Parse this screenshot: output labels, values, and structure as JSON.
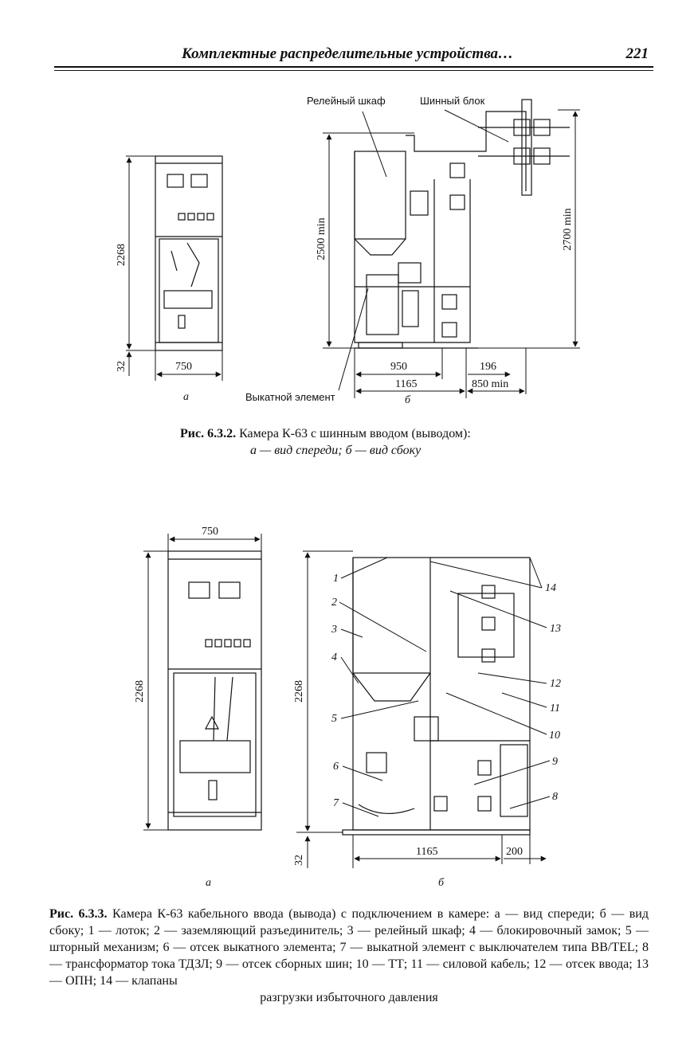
{
  "header": {
    "running_head": "Комплектные распределительные устройства…",
    "page_number": "221"
  },
  "figure1": {
    "labels": {
      "relay_cabinet": "Релейный шкаф",
      "bus_block": "Шинный блок",
      "withdrawable": "Выкатной элемент",
      "view_a": "а",
      "view_b": "б"
    },
    "dims": {
      "h2268": "2268",
      "h32": "32",
      "w750": "750",
      "h2500": "2500 min",
      "h2700": "2700 min",
      "w950": "950",
      "w1165": "1165",
      "w196": "196",
      "w850": "850 min"
    },
    "caption": {
      "number": "Рис. 6.3.2.",
      "line1": "Камера К-63 с шинным вводом (выводом):",
      "line2": "а — вид спереди; б — вид сбоку"
    }
  },
  "figure2": {
    "dims": {
      "w750": "750",
      "h2268a": "2268",
      "h2268b": "2268",
      "h32": "32",
      "w1165": "1165",
      "w200": "200"
    },
    "labels": {
      "view_a": "а",
      "view_b": "б"
    },
    "callouts": [
      "1",
      "2",
      "3",
      "4",
      "5",
      "6",
      "7",
      "8",
      "9",
      "10",
      "11",
      "12",
      "13",
      "14"
    ],
    "caption": {
      "number": "Рис. 6.3.3.",
      "body": "Камера К-63 кабельного ввода (вывода) с подключением в камере: а — вид спереди; б — вид сбоку; 1 — лоток; 2 — заземляющий разъединитель; 3 — релейный шкаф; 4 — блокировочный замок; 5 — шторный механизм; 6 — отсек выкатного элемента; 7 — выкатной элемент с выключателем типа BB/TEL; 8 — трансформатор тока ТДЗЛ; 9 — отсек сборных шин; 10 — ТТ; 11 — силовой кабель; 12 — отсек ввода; 13 — ОПН; 14 — клапаны",
      "last": "разгрузки избыточного давления"
    }
  }
}
